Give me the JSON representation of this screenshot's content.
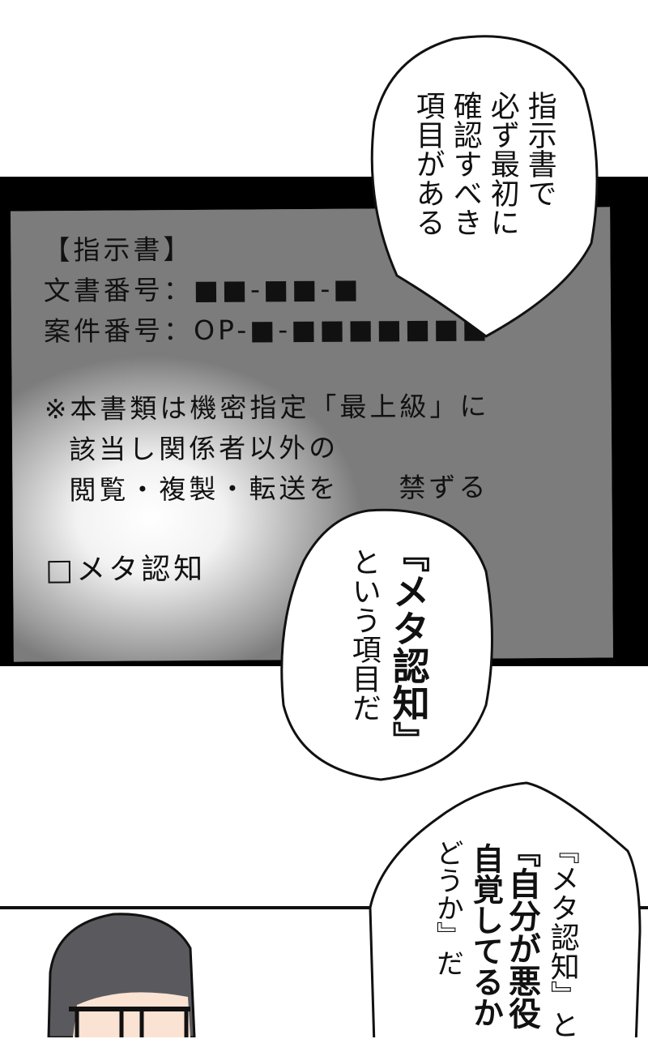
{
  "document": {
    "title": "【指示書】",
    "doc_number_label": "文書番号：",
    "doc_number_value": "■■-■■-■",
    "case_number_label": "案件番号：",
    "case_number_value": "OP-■-■■■■■■■",
    "notice_line1": "※本書類は機密指定「最上級」に",
    "notice_line2": "該当し関係者以外の",
    "notice_line3": "閲覧・複製・転送を　　禁ずる",
    "checkbox_item": "□メタ認知"
  },
  "bubble1": {
    "lines": [
      "指示書で",
      "必ず最初に",
      "確認すべき",
      "項目がある"
    ]
  },
  "bubble2": {
    "lines": [
      "『メタ認知』",
      "という項目だ"
    ]
  },
  "bubble3": {
    "lines": [
      "『メタ認知』と",
      "『自分が悪役",
      "自覚してるか",
      "どうか』だ"
    ]
  }
}
